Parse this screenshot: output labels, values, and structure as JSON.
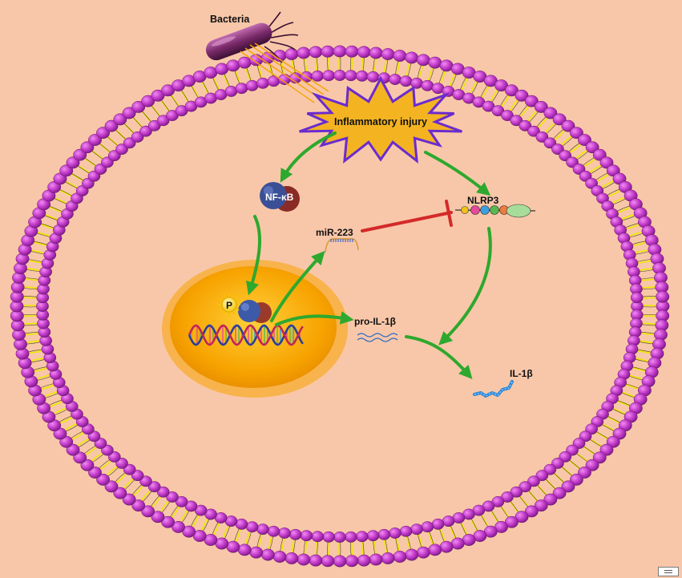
{
  "labels": {
    "bacteria": "Bacteria",
    "inflammatory_injury": "Inflammatory injury",
    "nfkb": "NF-κB",
    "nlrp3": "NLRP3",
    "mir223": "miR-223",
    "phospho": "P",
    "pro_il1b": "pro-IL-1β",
    "il1b": "IL-1β"
  },
  "colors": {
    "background": "#f8c7a9",
    "lipid_head": "#c23ac9",
    "lipid_tail": "#f2e600",
    "arrow_activate": "#2ea82e",
    "arrow_inhibit": "#d42a2a",
    "starburst_fill": "#f4b321",
    "starburst_edge": "#6a2bd0",
    "nucleus": "#f7a300"
  },
  "icons": {
    "bacteria": "rod-shaped-bacterium-icon",
    "nfkb": "nfkb-complex-icon",
    "nlrp3": "nlrp3-domain-chain-icon",
    "dna": "double-helix-icon",
    "mirna": "microrna-icon",
    "cytokine": "squiggle-protein-icon"
  }
}
